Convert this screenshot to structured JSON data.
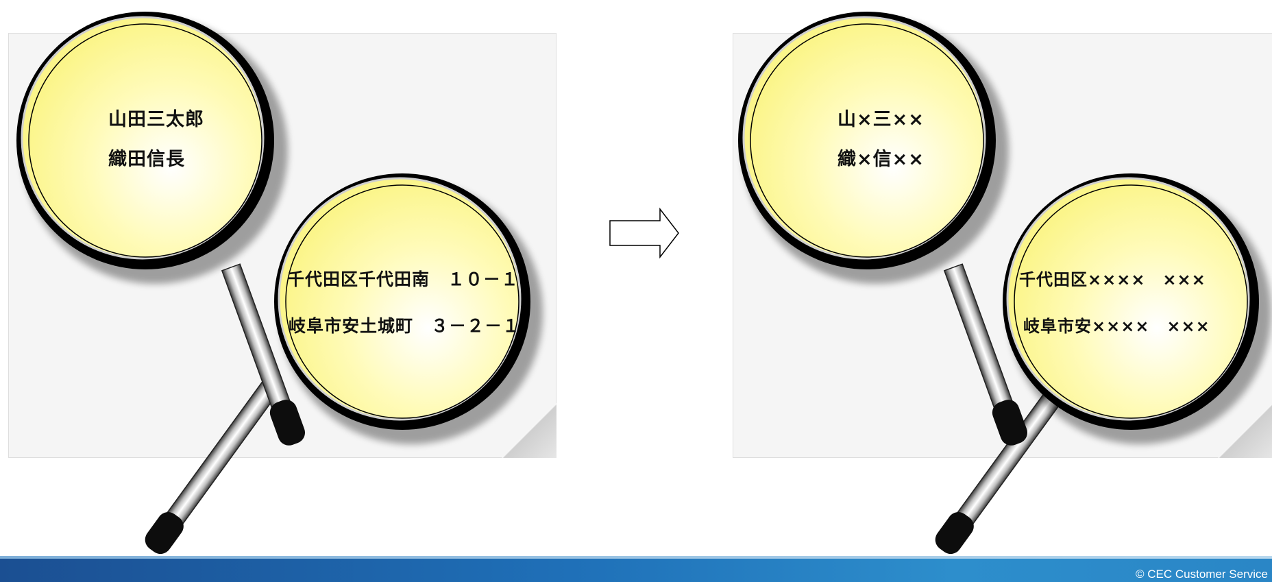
{
  "left": {
    "names": [
      "山田三太郎",
      "織田信長"
    ],
    "addresses": [
      "千代田区千代田南　１０－１",
      "岐阜市安土城町　３－２－１"
    ]
  },
  "right": {
    "names": [
      "山×三××",
      "織×信××"
    ],
    "addresses": [
      "千代田区××××　×××",
      "岐阜市安××××　×××"
    ]
  },
  "footer": {
    "copyright": "© CEC Customer Service"
  },
  "colors": {
    "lens": "#fffb9a",
    "rim": "#000000",
    "footer": "#1f70b8"
  }
}
